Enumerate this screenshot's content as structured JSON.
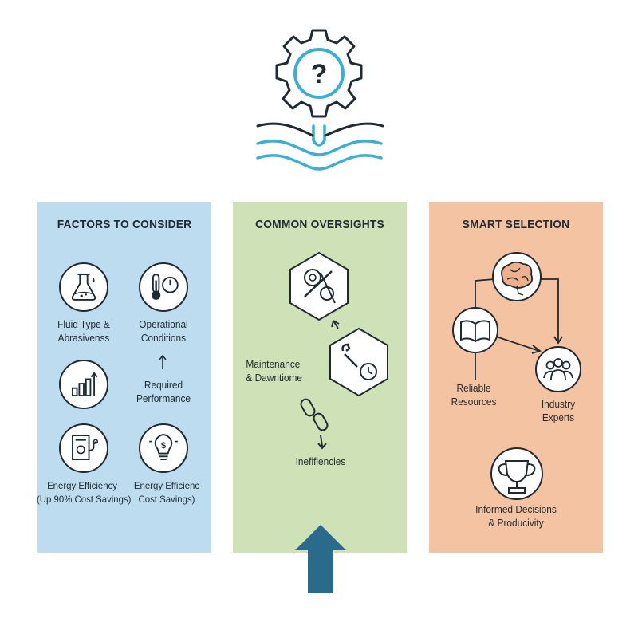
{
  "panels": {
    "factors": {
      "title": "FACTORS TO CONSIDER",
      "fluid_type": [
        "Fluid Type &",
        "Abrasivenss"
      ],
      "operational": [
        "Operational",
        "Conditions"
      ],
      "required": [
        "Required",
        "Performance"
      ],
      "energy_left": [
        "Energy Efficiency",
        "(Up 90% Cost Savings)"
      ],
      "energy_right": [
        "Energy Efficienc",
        "Cost Savings)"
      ]
    },
    "oversights": {
      "title": "COMMON OVERSIGHTS",
      "maintenance": [
        "Maintenance",
        "& Dawntiome"
      ],
      "inefficiencies": "Inefifiencies"
    },
    "selection": {
      "title": "SMART SELECTION",
      "resources": [
        "Reliable",
        "Resources"
      ],
      "experts": [
        "Industry",
        "Experts"
      ],
      "decisions": [
        "Informed Decisions",
        "& Producivity"
      ]
    }
  },
  "colors": {
    "factors_bg": "#bedcef",
    "oversights_bg": "#cfe1b7",
    "selection_bg": "#f4c4a2",
    "accent_cyan": "#36b0d8",
    "arrow": "#2a6b8c"
  },
  "icons": [
    "gear-question-icon",
    "flask-icon",
    "thermometer-gauge-icon",
    "bar-chart-arrow-icon",
    "energy-meter-icon",
    "lightbulb-dollar-icon",
    "gears-wrench-icon",
    "wrench-clock-icon",
    "broken-chain-icon",
    "brain-icon",
    "book-icon",
    "people-icon",
    "trophy-icon"
  ]
}
